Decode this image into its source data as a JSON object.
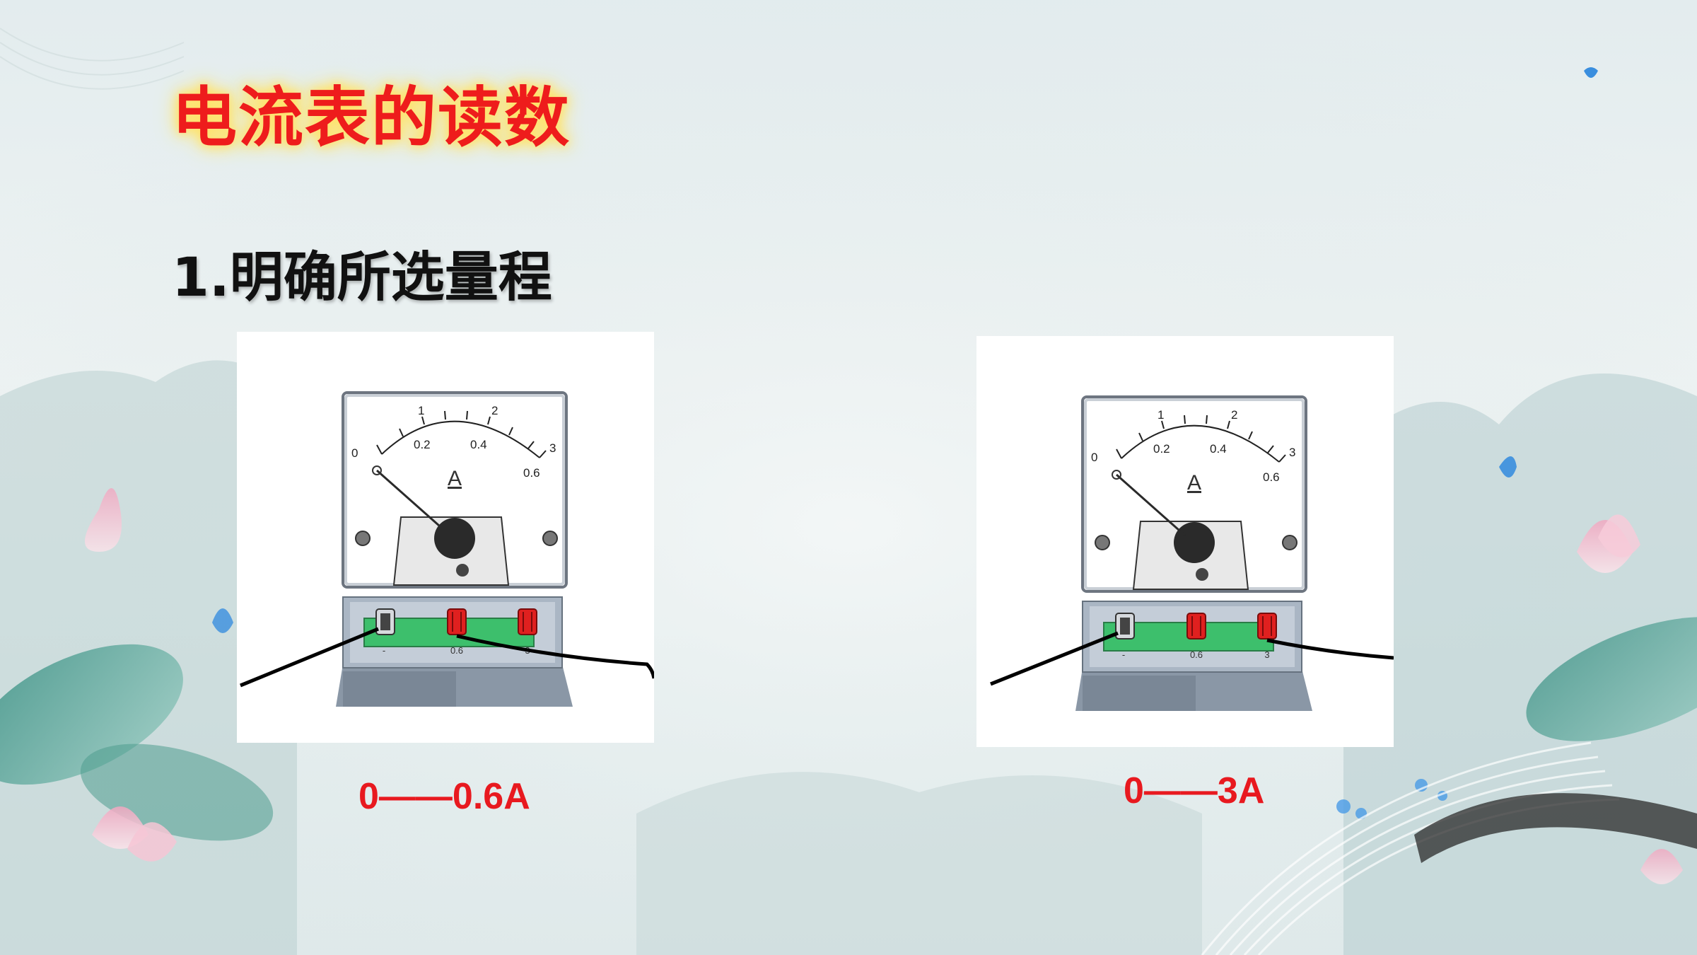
{
  "title": "电流表的读数",
  "subtitle": "1.明确所选量程",
  "meters": [
    {
      "scale_top": [
        "0",
        "1",
        "2",
        "3"
      ],
      "scale_bottom": [
        "0.2",
        "0.4",
        "0.6"
      ],
      "unit": "A",
      "terminals": [
        "-",
        "0.6",
        "3"
      ],
      "range_label": "0——0.6A"
    },
    {
      "scale_top": [
        "0",
        "1",
        "2",
        "3"
      ],
      "scale_bottom": [
        "0.2",
        "0.4",
        "0.6"
      ],
      "unit": "A",
      "terminals": [
        "-",
        "0.6",
        "3"
      ],
      "range_label": "0——3A"
    }
  ],
  "colors": {
    "title": "#ee1c1c",
    "range_label": "#e8191f",
    "terminal_red": "#e0201f",
    "terminal_board": "#3dbf6c"
  }
}
